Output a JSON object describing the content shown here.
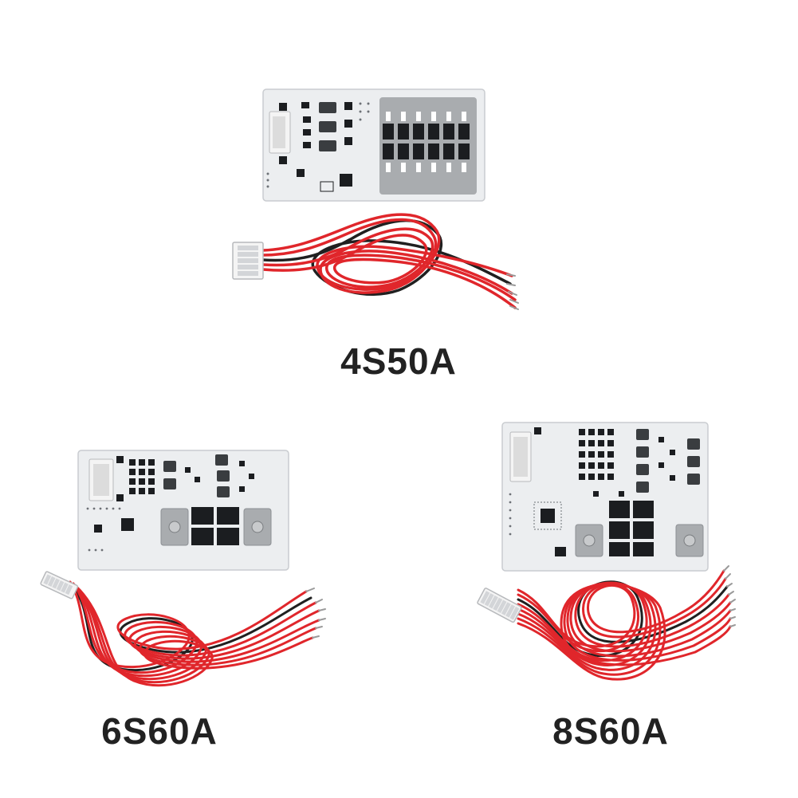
{
  "products": [
    {
      "label": "4S50A"
    },
    {
      "label": "6S60A"
    },
    {
      "label": "8S60A"
    }
  ],
  "colors": {
    "pcb": "#eceef0",
    "pcb_edge": "#c9ccd0",
    "chip": "#1b1d20",
    "copper_pad": "#a9acaf",
    "wire_red": "#e0262b",
    "wire_black": "#202020",
    "connector": "#f4f4f4",
    "label": "#222222"
  }
}
